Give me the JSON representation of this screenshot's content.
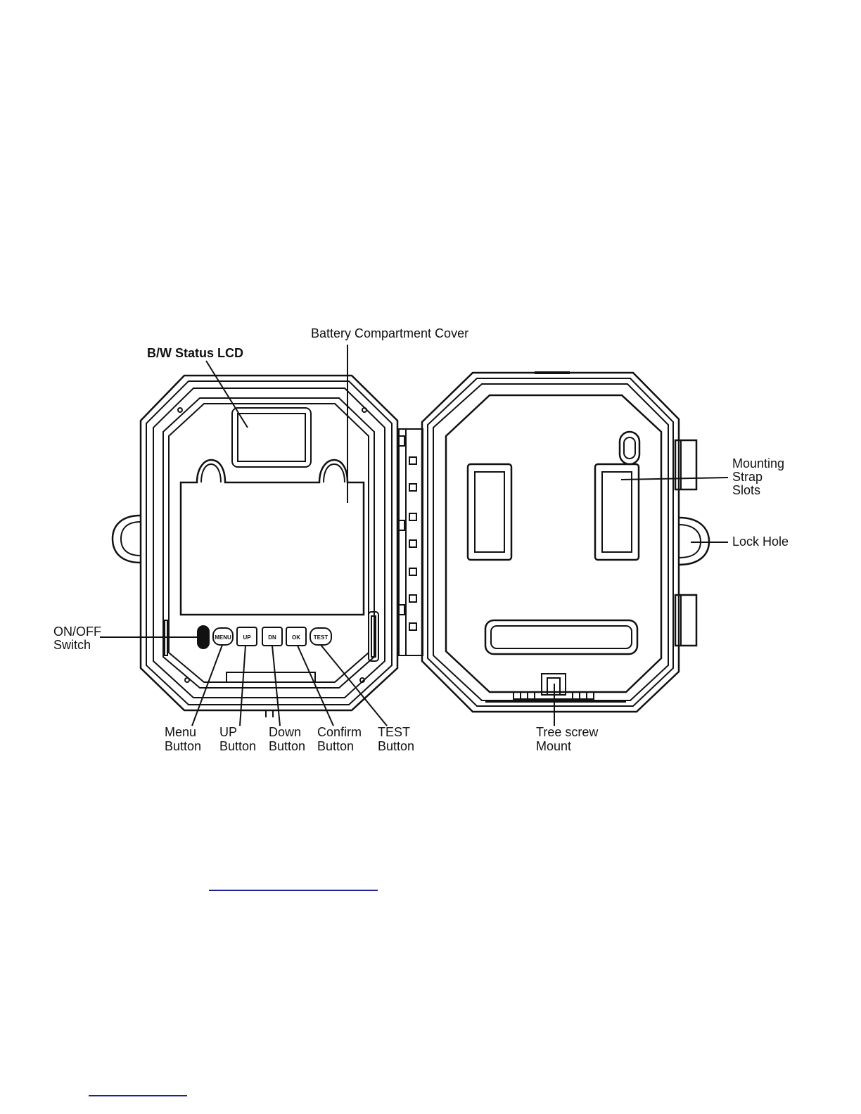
{
  "labels": {
    "battery_cover": "Battery Compartment Cover",
    "lcd": "B/W Status LCD",
    "onoff_line1": "ON/OFF",
    "onoff_line2": "Switch",
    "menu_line1": "Menu",
    "menu_line2": "Button",
    "up_line1": "UP",
    "up_line2": "Button",
    "down_line1": "Down",
    "down_line2": "Button",
    "confirm_line1": "Confirm",
    "confirm_line2": "Button",
    "test_line1": "TEST",
    "test_line2": "Button",
    "tree_line1": "Tree screw",
    "tree_line2": "Mount",
    "strap_line1": "Mounting",
    "strap_line2": "Strap",
    "strap_line3": "Slots",
    "lock_hole": "Lock Hole"
  },
  "device_buttons": {
    "menu": "MENU",
    "up": "UP",
    "down": "DN",
    "ok": "OK",
    "test": "TEST"
  },
  "colors": {
    "ink": "#111111",
    "link": "#1f1f9a"
  }
}
